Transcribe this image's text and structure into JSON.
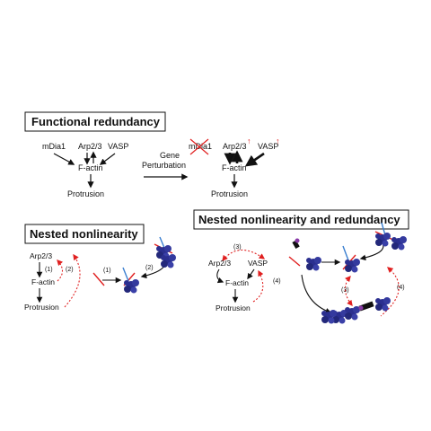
{
  "panels": {
    "functional_redundancy": {
      "title": "Functional redundancy",
      "left": {
        "mdia1": "mDia1",
        "arp23": "Arp2/3",
        "vasp": "VASP",
        "factin": "F-actin",
        "protrusion": "Protrusion"
      },
      "perturbation": {
        "line1": "Gene",
        "line2": "Perturbation"
      },
      "right": {
        "mdia1": "mDia1",
        "arp23": "Arp2/3",
        "vasp": "VASP",
        "factin": "F-actin",
        "protrusion": "Protrusion",
        "up_mark": "↑"
      }
    },
    "nested_nonlinearity": {
      "title": "Nested nonlinearity",
      "arp23": "Arp2/3",
      "factin": "F-actin",
      "protrusion": "Protrusion",
      "step1": "(1)",
      "step2": "(2)"
    },
    "nested_nonlinearity_redundancy": {
      "title": "Nested nonlinearity and redundancy",
      "arp23": "Arp2/3",
      "vasp": "VASP",
      "factin": "F-actin",
      "protrusion": "Protrusion",
      "step3": "(3)",
      "step4": "(4)"
    }
  },
  "colors": {
    "black": "#111111",
    "red": "#e02020",
    "protein_blue": "#2b2f8f",
    "filament_blue": "#3a7fd0"
  }
}
